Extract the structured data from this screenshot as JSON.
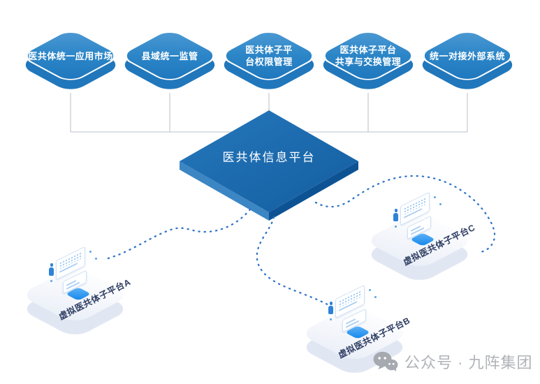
{
  "diagram": {
    "top_nodes": [
      {
        "id": "app-market",
        "lines": [
          "医共体统一应用市场"
        ]
      },
      {
        "id": "county-supervision",
        "lines": [
          "县域统一监管"
        ]
      },
      {
        "id": "subplatform-permission",
        "lines": [
          "医共体子平",
          "台权限管理"
        ]
      },
      {
        "id": "subplatform-exchange",
        "lines": [
          "医共体子平台",
          "共享与交换管理"
        ]
      },
      {
        "id": "external-systems",
        "lines": [
          "统一对接外部系统"
        ]
      }
    ],
    "center_platform": {
      "label": "医共体信息平台"
    },
    "sub_platforms": [
      {
        "id": "virtual-a",
        "label": "虚拟医共体子平台A"
      },
      {
        "id": "virtual-b",
        "label": "虚拟医共体子平台B"
      },
      {
        "id": "virtual-c",
        "label": "虚拟医共体子平台C"
      }
    ]
  },
  "watermark": {
    "icon": "wechat-icon",
    "text": "公众号 · 九阵集团"
  },
  "colors": {
    "node_face": "#2b85c7",
    "node_depth": "#2177bb",
    "platform_top": "#1a68b1",
    "platform_left_side": "#3c86c4",
    "platform_right_side": "#0d5394",
    "box_face": "#f4f6fb",
    "box_depth": "#e1e7f2",
    "chip_blue": "#2f96ef",
    "connector_gray": "#c8ccd4",
    "dotted_blue": "#2f74c8",
    "box_label": "#2f3e63",
    "watermark_gray": "#b0b3b8"
  }
}
